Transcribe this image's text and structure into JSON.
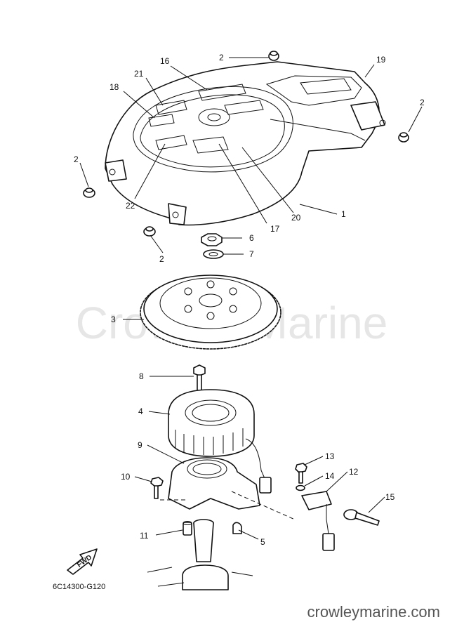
{
  "watermark": "Crowley Marine",
  "site_url": "crowleymarine.com",
  "diagram_code": "6C14300-G120",
  "fwd_label": "FWD",
  "callouts": [
    {
      "id": "c1",
      "text": "1"
    },
    {
      "id": "c2a",
      "text": "2"
    },
    {
      "id": "c2b",
      "text": "2"
    },
    {
      "id": "c2c",
      "text": "2"
    },
    {
      "id": "c2d",
      "text": "2"
    },
    {
      "id": "c3",
      "text": "3"
    },
    {
      "id": "c4",
      "text": "4"
    },
    {
      "id": "c5",
      "text": "5"
    },
    {
      "id": "c6",
      "text": "6"
    },
    {
      "id": "c7",
      "text": "7"
    },
    {
      "id": "c8",
      "text": "8"
    },
    {
      "id": "c9",
      "text": "9"
    },
    {
      "id": "c10",
      "text": "10"
    },
    {
      "id": "c11",
      "text": "11"
    },
    {
      "id": "c12",
      "text": "12"
    },
    {
      "id": "c13",
      "text": "13"
    },
    {
      "id": "c14",
      "text": "14"
    },
    {
      "id": "c15",
      "text": "15"
    },
    {
      "id": "c16",
      "text": "16"
    },
    {
      "id": "c17",
      "text": "17"
    },
    {
      "id": "c18",
      "text": "18"
    },
    {
      "id": "c19",
      "text": "19"
    },
    {
      "id": "c20",
      "text": "20"
    },
    {
      "id": "c21",
      "text": "21"
    },
    {
      "id": "c22",
      "text": "22"
    }
  ]
}
